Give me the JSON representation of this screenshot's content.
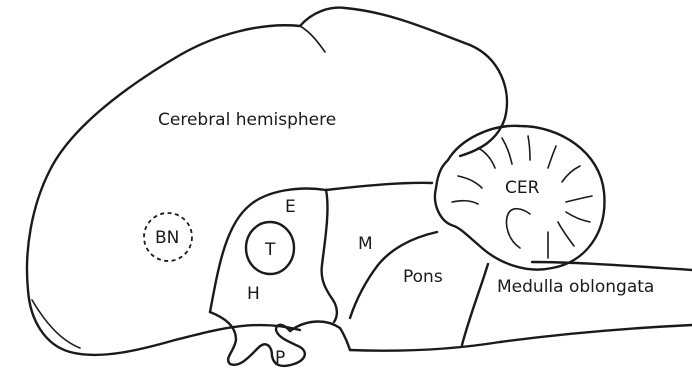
{
  "diagram": {
    "labels": {
      "cerebral_hemisphere": "Cerebral hemisphere",
      "basal_nuclei": "BN",
      "epithalamus": "E",
      "thalamus": "T",
      "hypothalamus": "H",
      "pituitary": "P",
      "midbrain": "M",
      "pons": "Pons",
      "cerebellum": "CER",
      "medulla": "Medulla oblongata"
    },
    "stroke_color": "#1a1a1a",
    "background_color": "#ffffff"
  }
}
